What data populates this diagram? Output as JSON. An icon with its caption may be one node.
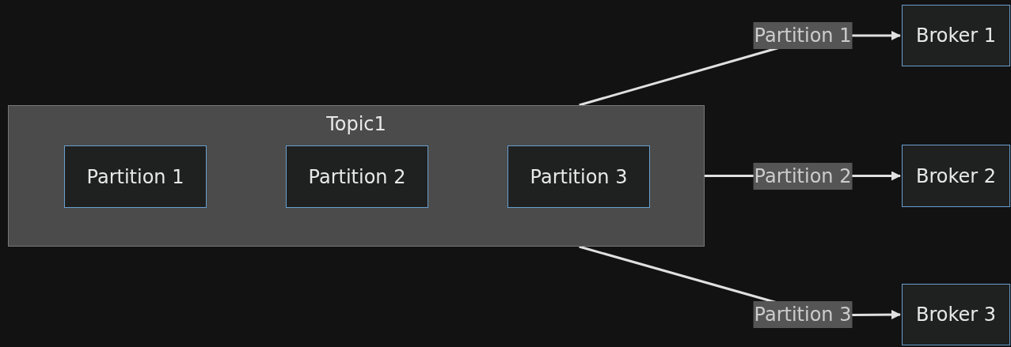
{
  "diagram": {
    "nodes": [
      {
        "text": [
          "Topic1"
        ]
      },
      {
        "text": [
          "Partition 1"
        ],
        "in": 0
      },
      {
        "text": [
          "Partition 2"
        ],
        "in": 0
      },
      {
        "text": [
          "Partition 3"
        ],
        "in": 0
      },
      {
        "text": [
          "Broker 1"
        ]
      },
      {
        "text": [
          "Broker 2"
        ]
      },
      {
        "text": [
          "Broker 3"
        ]
      }
    ],
    "edges": [
      {
        "from": 0,
        "to": 4,
        "arrow": "to",
        "label": "Partition 1"
      },
      {
        "from": 0,
        "to": 5,
        "arrow": "to",
        "label": "Partition 2"
      },
      {
        "from": 0,
        "to": 6,
        "arrow": "to",
        "label": "Partition 3"
      }
    ]
  }
}
